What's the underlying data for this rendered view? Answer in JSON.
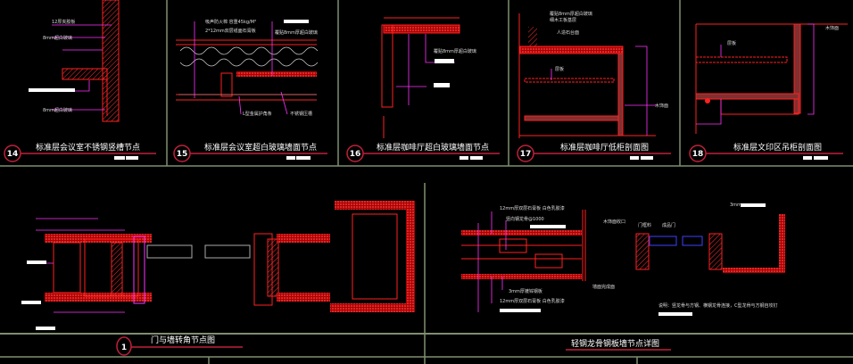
{
  "colors": {
    "background": "#000000",
    "frame": "#8a9a7a",
    "section_red": "#ff2020",
    "leader_magenta": "#ff33ff",
    "title_underline": "#c0203a",
    "text": "#ffffff"
  },
  "details": [
    {
      "number": "14",
      "title": "标准层会议室不锈钢竖槽节点",
      "labels": [
        "12厚夹胶板",
        "8mm超白玻璃",
        "8mm超白玻璃"
      ]
    },
    {
      "number": "15",
      "title": "标准层会议室超白玻璃墙面节点",
      "labels": [
        "吸声防火棉 容重45kg/M³",
        "2*12mm双层纸面石膏板",
        "覆贴8mm厚超白玻璃",
        "L型金属护角条",
        "不锈钢压槽"
      ]
    },
    {
      "number": "16",
      "title": "标准层咖啡厅超白玻璃墙面节点",
      "labels": [
        "覆贴8mm厚超白玻璃"
      ]
    },
    {
      "number": "17",
      "title": "标准层咖啡厅低柜剖面图",
      "labels": [
        "覆贴8mm厚超白玻璃",
        "细木工板基层",
        "人造石台面",
        "层板",
        "木饰面"
      ]
    },
    {
      "number": "18",
      "title": "标准层文印区吊柜剖面图",
      "labels": [
        "层板",
        "木饰面"
      ]
    }
  ],
  "large_details": [
    {
      "number": "1",
      "title": "门与墙转角节点图"
    },
    {
      "number": "",
      "title": "轻钢龙骨钢板墙节点详图",
      "labels": [
        "12mm厚双层石膏板 白色乳胶漆",
        "竖向钢龙骨@1000",
        "3mm厚镀锌钢板",
        "12mm厚双层石膏板 白色乳胶漆",
        "墙面完成面",
        "门框料",
        "木饰面收口",
        "成品门",
        "3mm",
        "说明：竖龙骨与方钢、横钢龙骨连接，C型龙骨与方钢自攻钉"
      ]
    }
  ]
}
